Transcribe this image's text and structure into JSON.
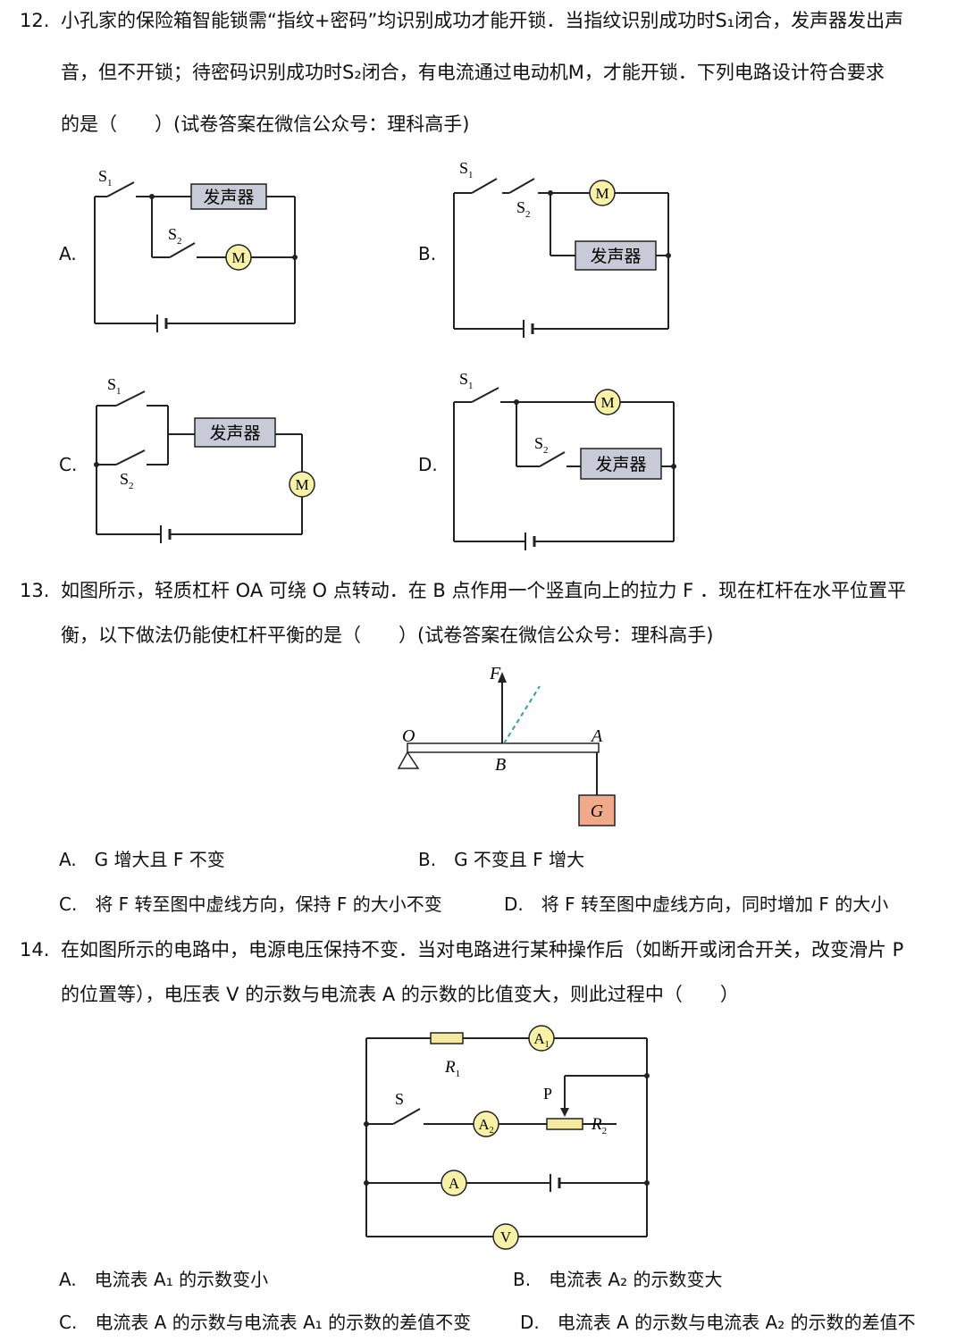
{
  "q12": {
    "number": "12.",
    "line1": "小孔家的保险箱智能锁需“指纹+密码”均识别成功才能开锁．当指纹识别成功时S₁闭合，发声器发出声",
    "line2": "音，但不开锁；待密码识别成功时S₂闭合，有电流通过电动机M，才能开锁．下列电路设计符合要求",
    "line3": "的是（　　）(试卷答案在微信公众号：理科高手)",
    "labels": {
      "a": "A.",
      "b": "B.",
      "c": "C.",
      "d": "D."
    },
    "s1": "S",
    "s1_sub": "1",
    "s2": "S",
    "s2_sub": "2",
    "buzzer": "发声器",
    "motor": "M"
  },
  "q13": {
    "number": "13.",
    "line1": "如图所示，轻质杠杆 OA 可绕 O 点转动．在 B 点作用一个竖直向上的拉力 F ．现在杠杆在水平位置平",
    "line2": "衡，以下做法仍能使杠杆平衡的是（　　）(试卷答案在微信公众号：理科高手)",
    "fig": {
      "F": "F",
      "O": "O",
      "A": "A",
      "B": "B",
      "G": "G"
    },
    "options": {
      "a": "A.　G 增大且 F 不变",
      "b": "B.　G 不变且 F 增大",
      "c": "C.　将 F 转至图中虚线方向，保持 F 的大小不变",
      "d": "D.　将 F 转至图中虚线方向，同时增加 F 的大小"
    }
  },
  "q14": {
    "number": "14.",
    "line1": "在如图所示的电路中，电源电压保持不变．当对电路进行某种操作后（如断开或闭合开关，改变滑片 P",
    "line2": "的位置等），电压表 V 的示数与电流表 A 的示数的比值变大，则此过程中（　　）",
    "fig": {
      "A1": "A",
      "A1_sub": "1",
      "A2": "A",
      "A2_sub": "2",
      "A": "A",
      "V": "V",
      "R1": "R",
      "R1_sub": "1",
      "R2": "R",
      "R2_sub": "2",
      "S": "S",
      "P": "P"
    },
    "options": {
      "a": "A.　电流表 A₁ 的示数变小",
      "b": "B.　电流表 A₂ 的示数变大",
      "c": "C.　电流表 A 的示数与电流表 A₁ 的示数的差值不变",
      "d": "D.　电流表 A 的示数与电流表 A₂ 的示数的差值不"
    }
  },
  "colors": {
    "buzzer_fill": "#c9cad8",
    "meter_fill": "#f7f2a8",
    "resistor_fill": "#f5e9a0",
    "weight_fill": "#f0a98a",
    "dashed_line": "#2fa39a"
  }
}
